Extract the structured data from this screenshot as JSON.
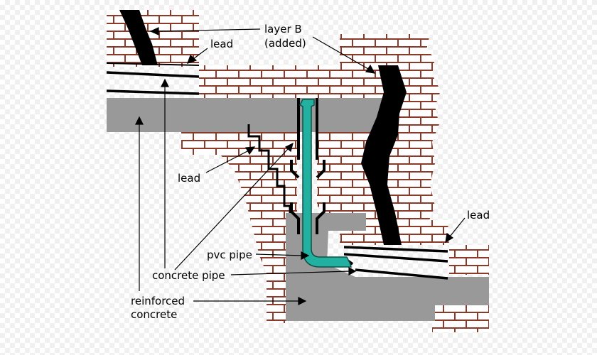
{
  "labels": {
    "layer_b_line1": "layer B",
    "layer_b_line2": "(added)",
    "lead_top": "lead",
    "lead_middle": "lead",
    "lead_right": "lead",
    "pvc_pipe": "pvc pipe",
    "concrete_pipe": "concrete pipe",
    "reinforced_line1": "reinforced",
    "reinforced_line2": "concrete"
  },
  "colors": {
    "brick_stroke": "#8b3a2a",
    "brick_fill": "#ffffff",
    "concrete": "#999999",
    "pvc_pipe": "#22b0a0",
    "lead": "#000000"
  }
}
